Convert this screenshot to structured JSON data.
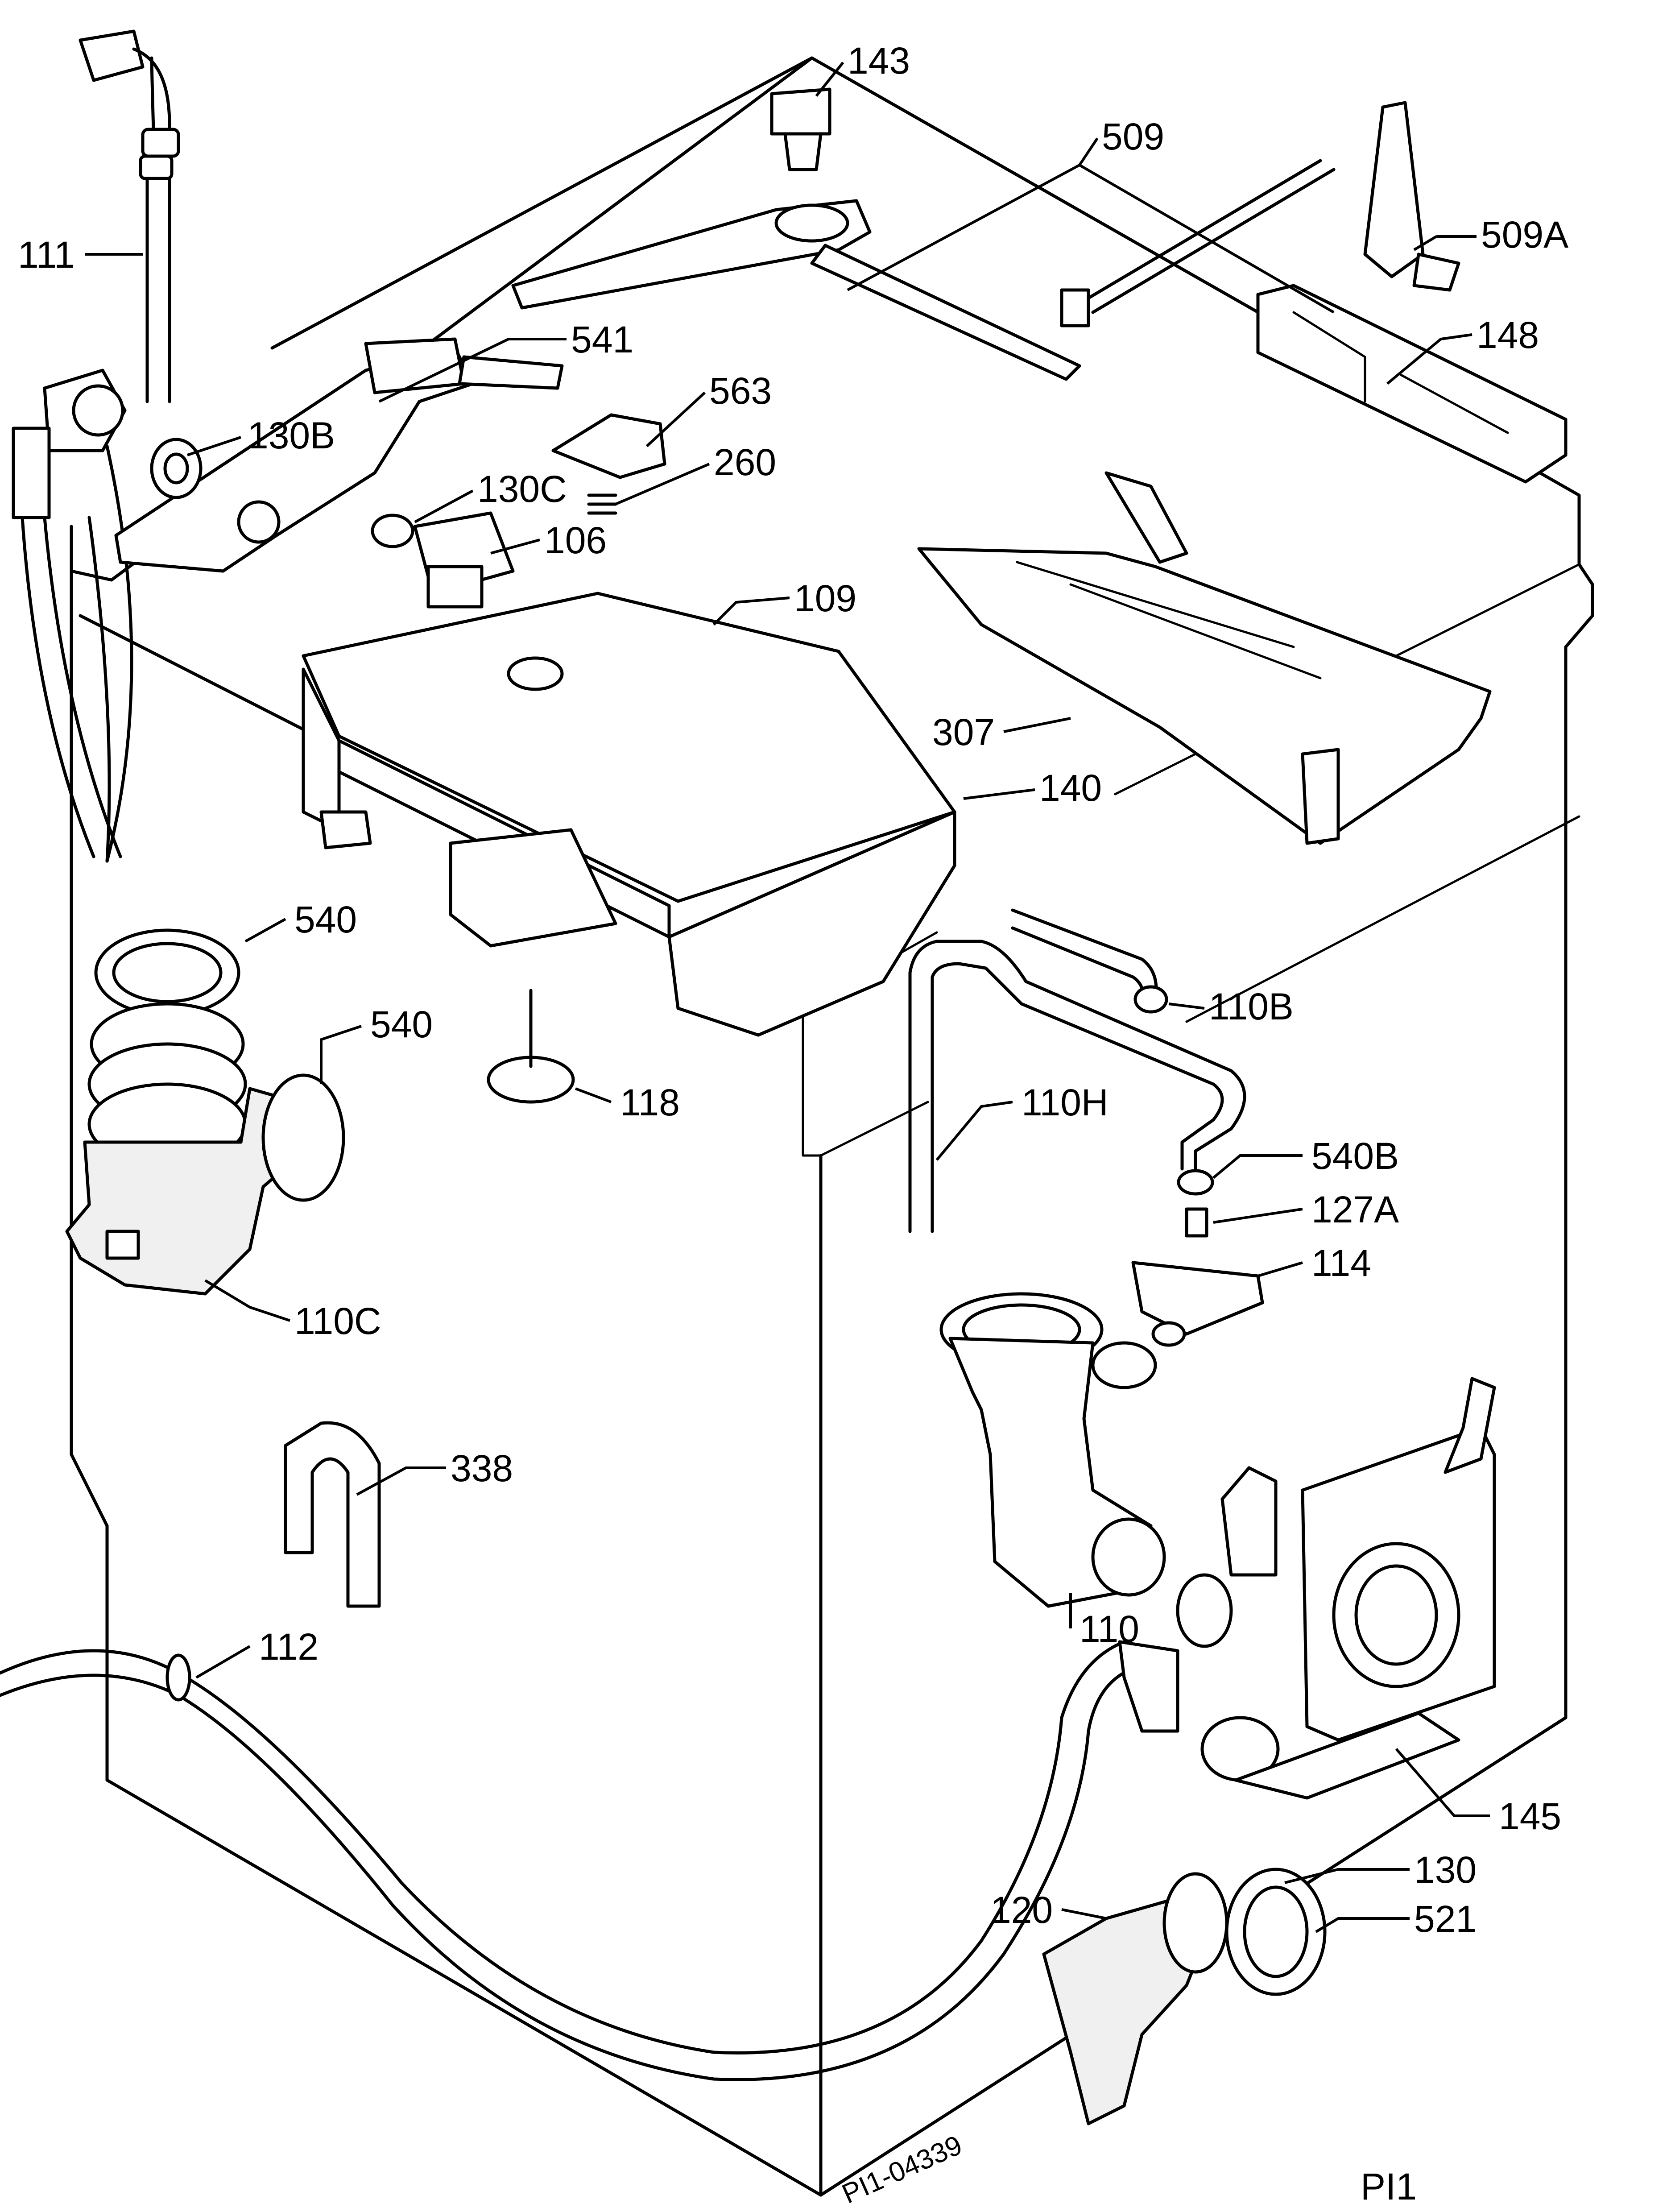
{
  "diagram": {
    "callouts": [
      {
        "key": "p143",
        "label": "143"
      },
      {
        "key": "p509",
        "label": "509"
      },
      {
        "key": "p509a",
        "label": "509A"
      },
      {
        "key": "p111",
        "label": "111"
      },
      {
        "key": "p541",
        "label": "541"
      },
      {
        "key": "p148",
        "label": "148"
      },
      {
        "key": "p130b",
        "label": "130B"
      },
      {
        "key": "p563",
        "label": "563"
      },
      {
        "key": "p130c",
        "label": "130C"
      },
      {
        "key": "p260",
        "label": "260"
      },
      {
        "key": "p106",
        "label": "106"
      },
      {
        "key": "p109",
        "label": "109"
      },
      {
        "key": "p307",
        "label": "307"
      },
      {
        "key": "p140",
        "label": "140"
      },
      {
        "key": "p540a",
        "label": "540"
      },
      {
        "key": "p540b",
        "label": "540"
      },
      {
        "key": "p110b",
        "label": "110B"
      },
      {
        "key": "p118",
        "label": "118"
      },
      {
        "key": "p110h",
        "label": "110H"
      },
      {
        "key": "p540bb",
        "label": "540B"
      },
      {
        "key": "p127a",
        "label": "127A"
      },
      {
        "key": "p110c",
        "label": "110C"
      },
      {
        "key": "p114",
        "label": "114"
      },
      {
        "key": "p338",
        "label": "338"
      },
      {
        "key": "p110",
        "label": "110"
      },
      {
        "key": "p112",
        "label": "112"
      },
      {
        "key": "p145",
        "label": "145"
      },
      {
        "key": "p130",
        "label": "130"
      },
      {
        "key": "p120",
        "label": "120"
      },
      {
        "key": "p521",
        "label": "521"
      }
    ],
    "drawing_number": "PI1-04339",
    "page_code": "PI1"
  }
}
